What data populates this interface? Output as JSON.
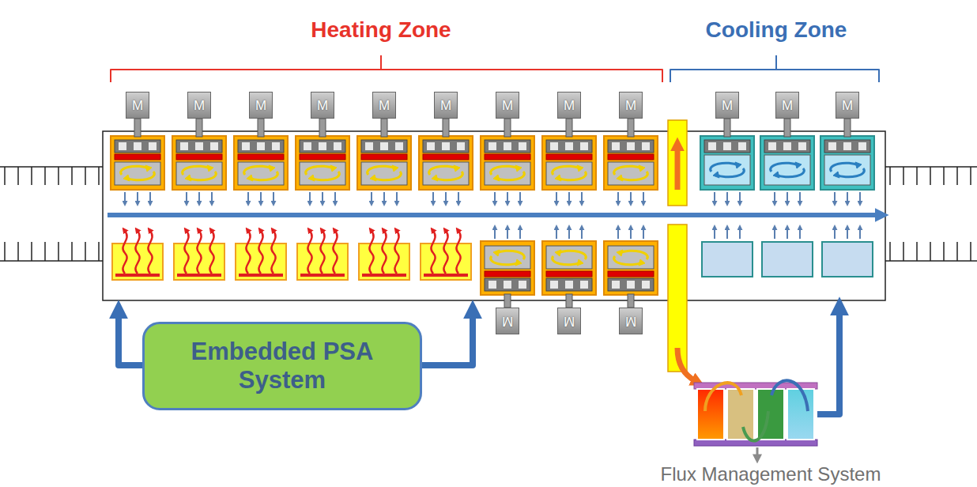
{
  "diagram": {
    "nodes": [
      {
        "text": [
          "M"
        ]
      },
      {
        "text": [
          "M"
        ]
      },
      {
        "text": [
          "M"
        ]
      },
      {
        "text": [
          "M"
        ]
      },
      {
        "text": [
          "M"
        ]
      },
      {
        "text": [
          "M"
        ]
      },
      {
        "text": [
          "M"
        ]
      },
      {
        "text": [
          "M"
        ]
      },
      {
        "text": [
          "M"
        ]
      },
      {
        "text": [
          "M"
        ]
      },
      {
        "text": [
          "M"
        ]
      },
      {
        "text": [
          "M"
        ]
      },
      {
        "text": [
          "M"
        ]
      },
      {
        "text": [
          "M"
        ]
      },
      {
        "text": [
          "M"
        ]
      },
      {
        "text": [
          "Embedded PSA System"
        ]
      }
    ],
    "labels": [
      "Heating Zone",
      "Cooling Zone",
      "Flux Management System"
    ]
  }
}
